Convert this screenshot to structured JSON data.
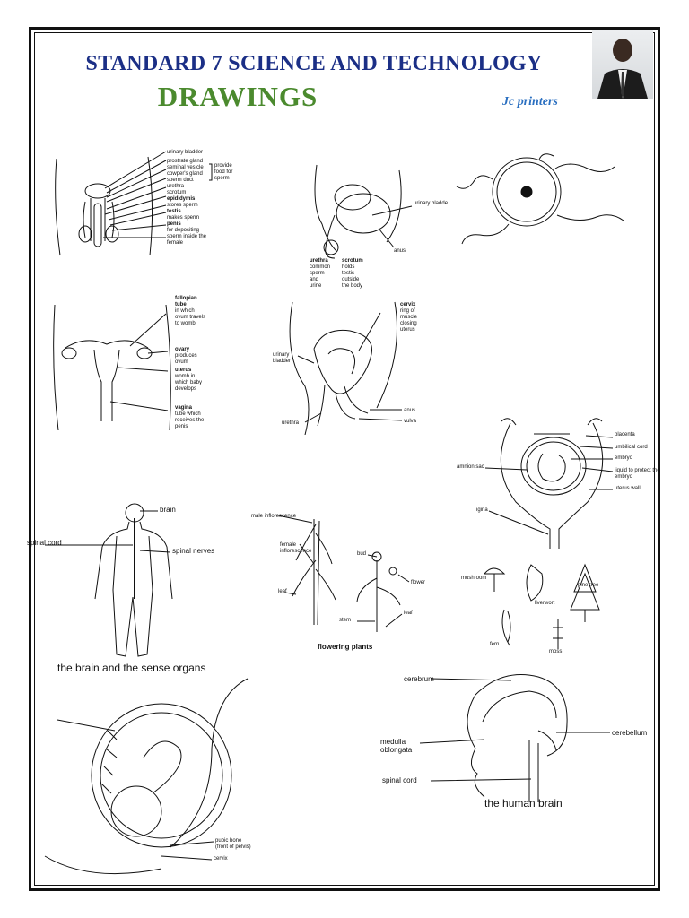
{
  "header": {
    "title": "STANDARD 7 SCIENCE AND TECHNOLOGY",
    "subtitle": "DRAWINGS",
    "brand": "Jc printers"
  },
  "male_system": {
    "labels": [
      "urinary bladder",
      "prostrate gland",
      "seminal vesicle",
      "cowper's gland",
      "sperm duct",
      "urethra",
      "scrotum",
      "epididymis",
      "stores sperm",
      "testis",
      "makes sperm",
      "penis",
      "for depositing",
      "sperm inside the",
      "female"
    ],
    "bracket_label": [
      "provide",
      "food for",
      "sperm"
    ]
  },
  "male_side": {
    "labels": {
      "urinary_bladder": "urinary bladde",
      "anus": "anus"
    },
    "urethra": [
      "urethra",
      "common",
      "sperm",
      "and",
      "urine"
    ],
    "scrotum": [
      "scrotum",
      "holds",
      "testis",
      "outside",
      "the body"
    ]
  },
  "female_system": {
    "labels": [
      "fallopian",
      "tube",
      "in which",
      "ovum travels",
      "to womb",
      "ovary",
      "produces",
      "ovum",
      "uterus",
      "womb in",
      "which baby",
      "develops",
      "vagina",
      "tube which",
      "receives the",
      "penis"
    ]
  },
  "female_side": {
    "cervix": [
      "cervix",
      "ring of",
      "muscle",
      "closing",
      "uterus"
    ],
    "urinary_bladder": [
      "urinary",
      "bladder"
    ],
    "anus": "anus",
    "vulva": "vulva",
    "urethra": "urethra"
  },
  "womb": {
    "labels": [
      "placenta",
      "umbilical cord",
      "embryo",
      "liquid to protect the",
      "embryo",
      "uterus wall"
    ],
    "amnion": "amnion sac",
    "vagina": "igina"
  },
  "nervous": {
    "brain": "brain",
    "spinal_cord": "spinal cord",
    "spinal_nerves": "spinal nerves",
    "caption": "the brain and the sense organs"
  },
  "plants": {
    "male_inflorescence": "male inflorescence",
    "female_inflorescence": [
      "female",
      "inflorescence"
    ],
    "leaf": "leaf",
    "bud": "bud",
    "flower": "flower",
    "stem": "stem",
    "leaf2": "leaf",
    "caption": "flowering plants"
  },
  "nonflowering": {
    "mushroom": "mushroom",
    "liverwort": "liverwort",
    "pine_tree": "pine tree",
    "fern": "fern",
    "moss": "moss"
  },
  "pregnancy": {
    "pubic_bone": [
      "pubic bone",
      "(front of pelvis)"
    ],
    "cervix": "cervix"
  },
  "brain": {
    "cerebrum": "cerebrum",
    "cerebellum": "cerebellum",
    "medulla": [
      "medulla",
      "oblongata"
    ],
    "spinal_cord": "spinal cord",
    "caption": "the human brain"
  }
}
